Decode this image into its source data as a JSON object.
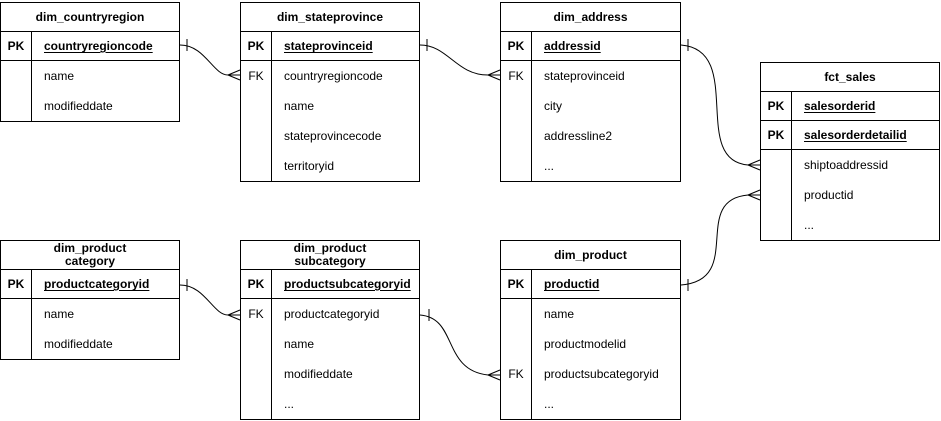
{
  "diagram": {
    "colors": {
      "stroke": "#000000",
      "background": "#ffffff",
      "text": "#000000"
    },
    "tables": [
      {
        "title": "dim_countryregion",
        "rows": [
          {
            "key": "PK",
            "field": "countryregioncode",
            "is_pk": true
          },
          {
            "key": "",
            "field": "name",
            "is_pk": false
          },
          {
            "key": "",
            "field": "modifieddate",
            "is_pk": false
          }
        ]
      },
      {
        "title": "dim_stateprovince",
        "rows": [
          {
            "key": "PK",
            "field": "stateprovinceid",
            "is_pk": true
          },
          {
            "key": "FK",
            "field": "countryregioncode",
            "is_pk": false
          },
          {
            "key": "",
            "field": "name",
            "is_pk": false
          },
          {
            "key": "",
            "field": "stateprovincecode",
            "is_pk": false
          },
          {
            "key": "",
            "field": "territoryid",
            "is_pk": false
          }
        ]
      },
      {
        "title": "dim_address",
        "rows": [
          {
            "key": "PK",
            "field": "addressid",
            "is_pk": true
          },
          {
            "key": "FK",
            "field": "stateprovinceid",
            "is_pk": false
          },
          {
            "key": "",
            "field": "city",
            "is_pk": false
          },
          {
            "key": "",
            "field": "addressline2",
            "is_pk": false
          },
          {
            "key": "",
            "field": "...",
            "is_pk": false
          }
        ]
      },
      {
        "title": "fct_sales",
        "rows": [
          {
            "key": "PK",
            "field": "salesorderid",
            "is_pk": true
          },
          {
            "key": "PK",
            "field": "salesorderdetailid",
            "is_pk": true
          },
          {
            "key": "",
            "field": "shiptoaddressid",
            "is_pk": false
          },
          {
            "key": "",
            "field": "productid",
            "is_pk": false
          },
          {
            "key": "",
            "field": "...",
            "is_pk": false
          }
        ]
      },
      {
        "title": "dim_product\ncategory",
        "rows": [
          {
            "key": "PK",
            "field": "productcategoryid",
            "is_pk": true
          },
          {
            "key": "",
            "field": "name",
            "is_pk": false
          },
          {
            "key": "",
            "field": "modifieddate",
            "is_pk": false
          }
        ]
      },
      {
        "title": "dim_product\nsubcategory",
        "rows": [
          {
            "key": "PK",
            "field": "productsubcategoryid",
            "is_pk": true
          },
          {
            "key": "FK",
            "field": "productcategoryid",
            "is_pk": false
          },
          {
            "key": "",
            "field": "name",
            "is_pk": false
          },
          {
            "key": "",
            "field": "modifieddate",
            "is_pk": false
          },
          {
            "key": "",
            "field": "...",
            "is_pk": false
          }
        ]
      },
      {
        "title": "dim_product",
        "rows": [
          {
            "key": "PK",
            "field": "productid",
            "is_pk": true
          },
          {
            "key": "",
            "field": "name",
            "is_pk": false
          },
          {
            "key": "",
            "field": "productmodelid",
            "is_pk": false
          },
          {
            "key": "FK",
            "field": "productsubcategoryid",
            "is_pk": false
          },
          {
            "key": "",
            "field": "...",
            "is_pk": false
          }
        ]
      }
    ],
    "relationships": [
      {
        "from_table": "dim_countryregion",
        "from_field": "countryregioncode",
        "from_end": "one",
        "to_table": "dim_stateprovince",
        "to_field": "countryregioncode",
        "to_end": "many"
      },
      {
        "from_table": "dim_stateprovince",
        "from_field": "stateprovinceid",
        "from_end": "one",
        "to_table": "dim_address",
        "to_field": "stateprovinceid",
        "to_end": "many"
      },
      {
        "from_table": "dim_address",
        "from_field": "addressid",
        "from_end": "one",
        "to_table": "fct_sales",
        "to_field": "shiptoaddressid",
        "to_end": "many"
      },
      {
        "from_table": "dim_product category",
        "from_field": "productcategoryid",
        "from_end": "one",
        "to_table": "dim_product subcategory",
        "to_field": "productcategoryid",
        "to_end": "many"
      },
      {
        "from_table": "dim_product subcategory",
        "from_field": "productsubcategoryid",
        "from_end": "one",
        "to_table": "dim_product",
        "to_field": "productsubcategoryid",
        "to_end": "many"
      },
      {
        "from_table": "dim_product",
        "from_field": "productid",
        "from_end": "one",
        "to_table": "fct_sales",
        "to_field": "productid",
        "to_end": "many"
      }
    ]
  }
}
